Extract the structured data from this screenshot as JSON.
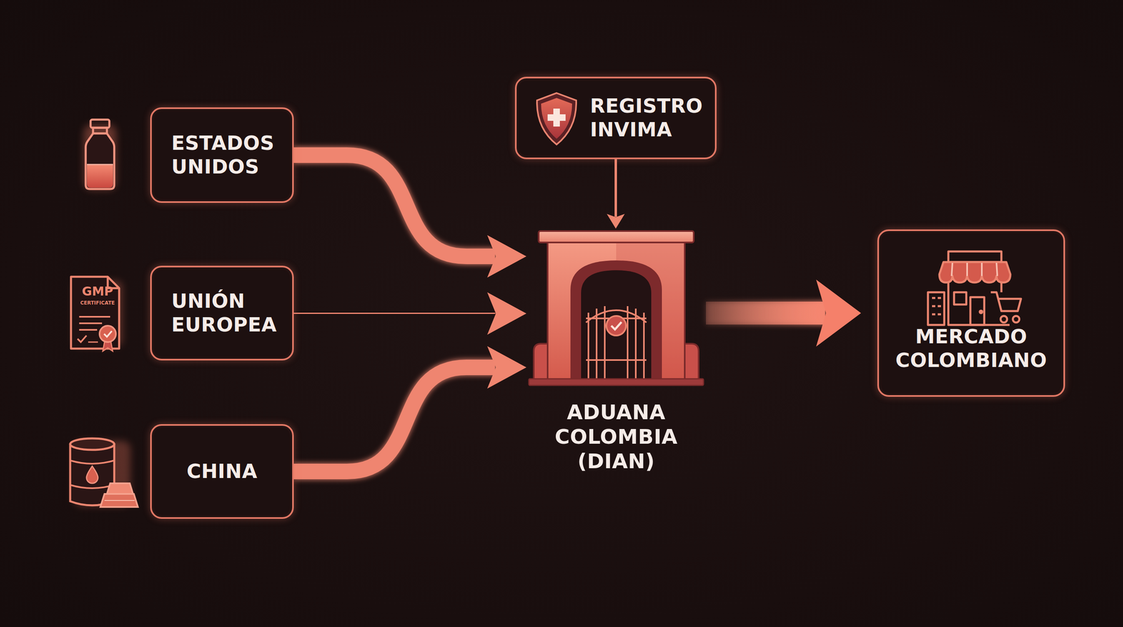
{
  "diagram": {
    "nodes": [
      {
        "text": [
          "ESTADOS UNIDOS"
        ]
      },
      {
        "text": [
          "UNIÓN EUROPEA"
        ]
      },
      {
        "text": [
          "CHINA"
        ]
      },
      {
        "text": [
          "REGISTRO INVIMA"
        ]
      },
      {
        "text": [
          "ADUANA COLOMBIA (DIAN)"
        ]
      },
      {
        "text": [
          "MERCADO COLOMBIANO"
        ]
      }
    ],
    "edges": [
      {
        "from": 0,
        "to": 4,
        "arrow": "to"
      },
      {
        "from": 1,
        "to": 4,
        "arrow": "to"
      },
      {
        "from": 2,
        "to": 4,
        "arrow": "to"
      },
      {
        "from": 3,
        "to": 4,
        "arrow": "to"
      },
      {
        "from": 4,
        "to": 5,
        "arrow": "to"
      }
    ],
    "labels": [
      "GMP",
      "CERTIFICATE"
    ]
  }
}
